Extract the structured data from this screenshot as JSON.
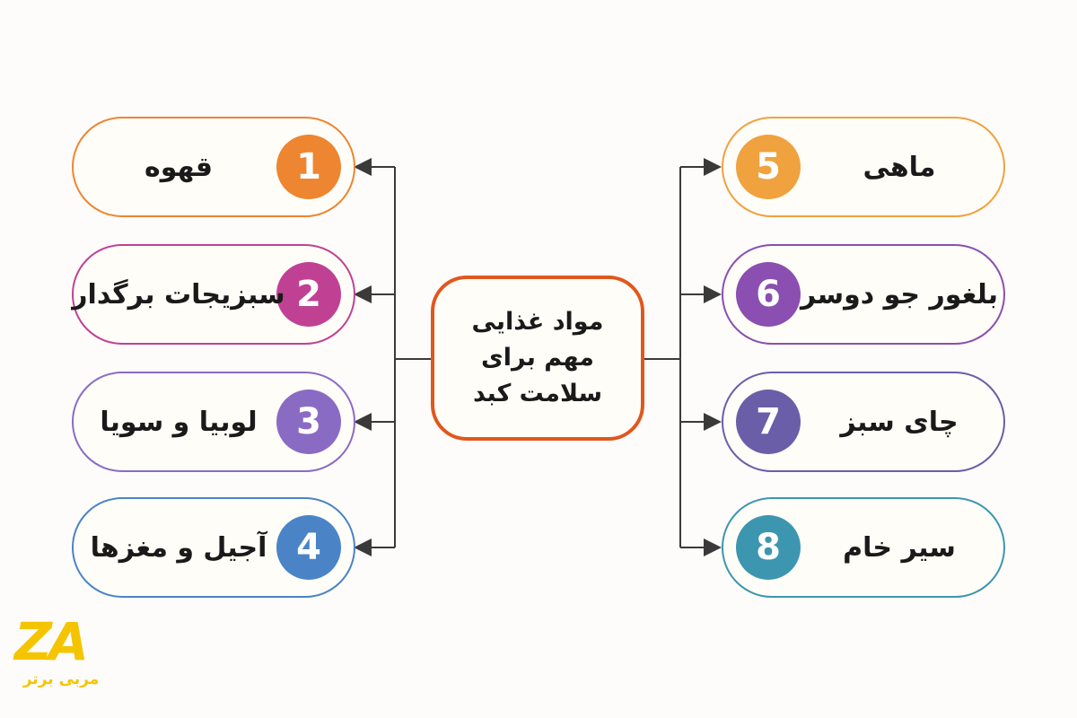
{
  "center": {
    "lines": [
      "مواد غذایی",
      "مهم برای",
      "سلامت کبد"
    ],
    "border_color": "#e0571d"
  },
  "items_left": [
    {
      "number": "1",
      "label": "قهوه",
      "color": "#ee8530"
    },
    {
      "number": "2",
      "label": "سبزیجات برگدار",
      "color": "#c04194"
    },
    {
      "number": "3",
      "label": "لوبیا و سویا",
      "color": "#8a6bc4"
    },
    {
      "number": "4",
      "label": "آجیل و مغزها",
      "color": "#4a84c6"
    }
  ],
  "items_right": [
    {
      "number": "5",
      "label": "ماهی",
      "color": "#f0a23e"
    },
    {
      "number": "6",
      "label": "بلغور جو دوسر",
      "color": "#8a4fb0"
    },
    {
      "number": "7",
      "label": "چای سبز",
      "color": "#6b5ea8"
    },
    {
      "number": "8",
      "label": "سیر خام",
      "color": "#3d96b0"
    }
  ],
  "connector_color": "#3a3a3a",
  "logo": {
    "mark": "ZA",
    "text": "مربی برتر",
    "color": "#f5c400"
  }
}
